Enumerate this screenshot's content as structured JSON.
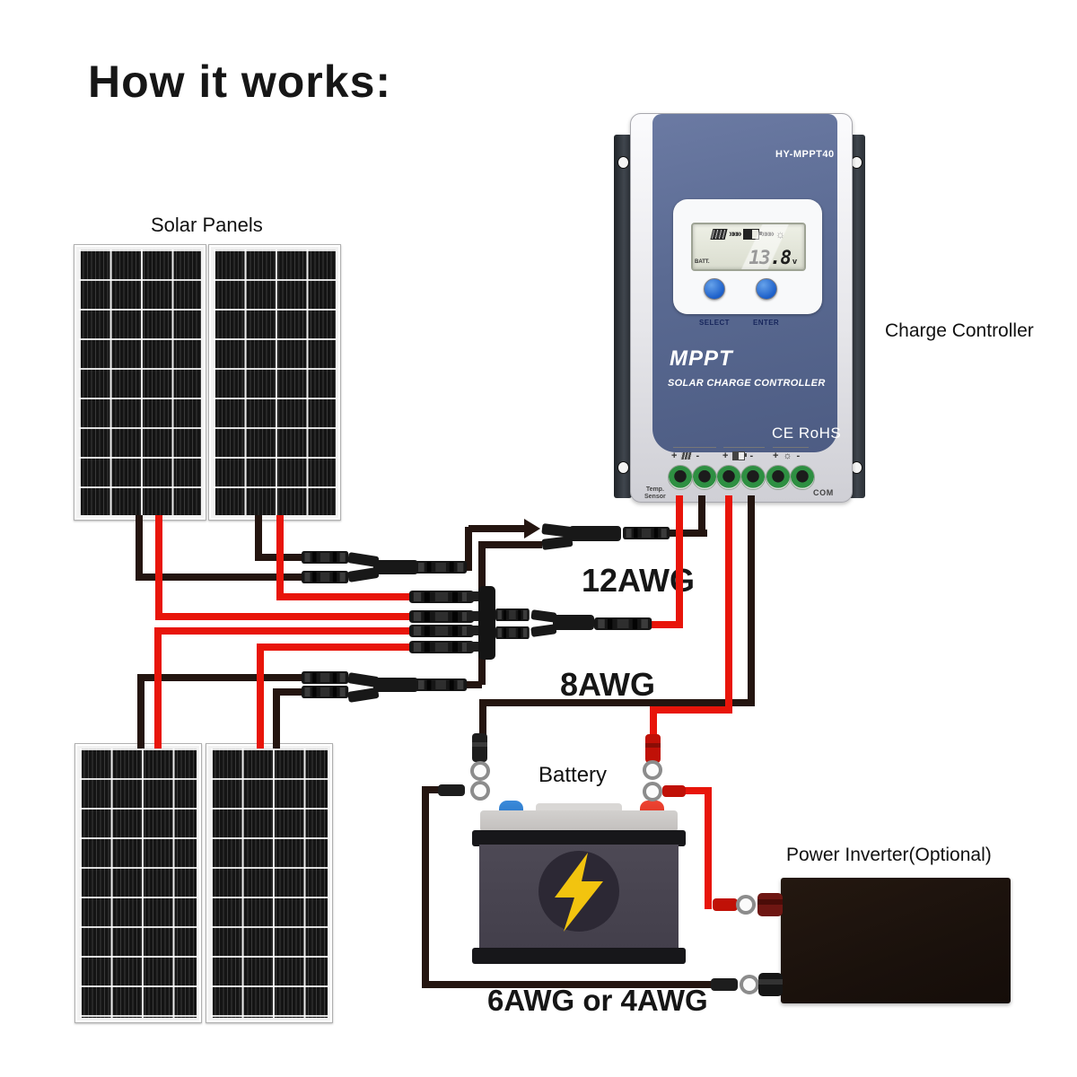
{
  "title": "How it works:",
  "labels": {
    "solar_panels": "Solar Panels",
    "charge_controller": "Charge Controller",
    "battery": "Battery",
    "power_inverter": "Power Inverter(Optional)",
    "wire_gauge_controller": "12AWG",
    "wire_gauge_battery": "8AWG",
    "wire_gauge_inverter": "6AWG or 4AWG"
  },
  "controller": {
    "model": "HY-MPPT40",
    "brand": "MPPT",
    "brand_subtitle": "SOLAR CHARGE CONTROLLER",
    "certification": "CE RoHS",
    "button_select": "SELECT",
    "button_enter": "ENTER",
    "lcd": {
      "batt_label": "BATT.",
      "voltage": "13.8",
      "unit": "v",
      "flow_glyph": "»»»"
    },
    "terminal_signs": [
      "+",
      "-",
      "+",
      "-",
      "+",
      "-"
    ],
    "port_temp_line1": "Temp.",
    "port_temp_line2": "Sensor",
    "port_com": "COM"
  },
  "colors": {
    "wire_positive": "#e8150a",
    "wire_negative": "#241510",
    "controller_face": "#5a6a92",
    "battery_terminal_positive": "#e23222",
    "battery_terminal_negative": "#2579cc",
    "lightning_bolt": "#f2c40f"
  }
}
